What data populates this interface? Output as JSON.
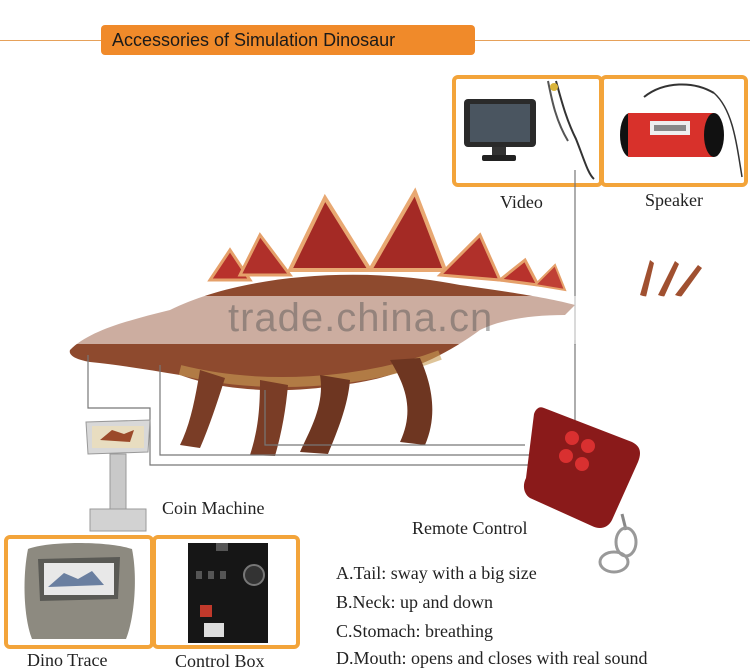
{
  "header": {
    "title": "Accessories of Simulation Dinosaur"
  },
  "accessories": {
    "video": "Video",
    "speaker": "Speaker",
    "coin_machine": "Coin Machine",
    "remote_control": "Remote Control",
    "dino_trace": "Dino Trace",
    "control_box": "Control Box"
  },
  "features": [
    "A.Tail: sway with a big size",
    "B.Neck:  up and down",
    "C.Stomach:  breathing",
    "D.Mouth:  opens and closes with real sound"
  ],
  "watermark": "trade.china.cn"
}
